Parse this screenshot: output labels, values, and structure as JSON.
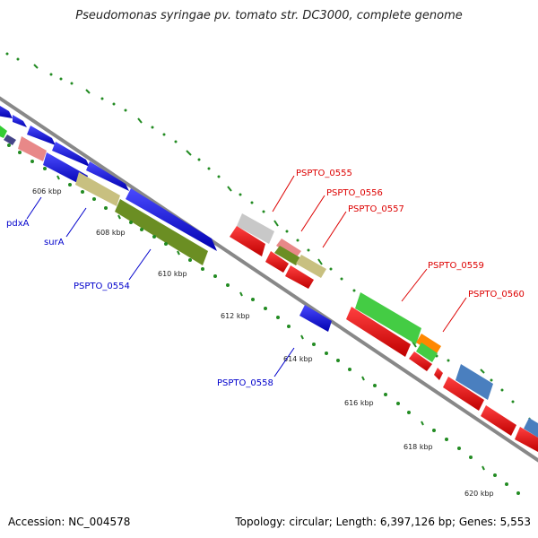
{
  "title": "Pseudomonas syringae pv. tomato str. DC3000, complete genome",
  "footer": {
    "accession": "Accession: NC_004578",
    "stats": "Topology: circular; Length: 6,397,126 bp; Genes: 5,553"
  },
  "colors": {
    "forward_cds": "#1010ee",
    "reverse_cds": "#ee1010",
    "backbone": "#888888",
    "tick": "#228b22",
    "forward_label": "#0000cc",
    "reverse_label": "#dd0000"
  },
  "ticks": [
    "606 kbp",
    "608 kbp",
    "610 kbp",
    "612 kbp",
    "614 kbp",
    "616 kbp",
    "618 kbp",
    "620 kbp"
  ],
  "gene_labels": {
    "pdxA": "pdxA",
    "surA": "surA",
    "PSPTO_0554": "PSPTO_0554",
    "PSPTO_0555": "PSPTO_0555",
    "PSPTO_0556": "PSPTO_0556",
    "PSPTO_0557": "PSPTO_0557",
    "PSPTO_0558": "PSPTO_0558",
    "PSPTO_0559": "PSPTO_0559",
    "PSPTO_0560": "PSPTO_0560"
  }
}
